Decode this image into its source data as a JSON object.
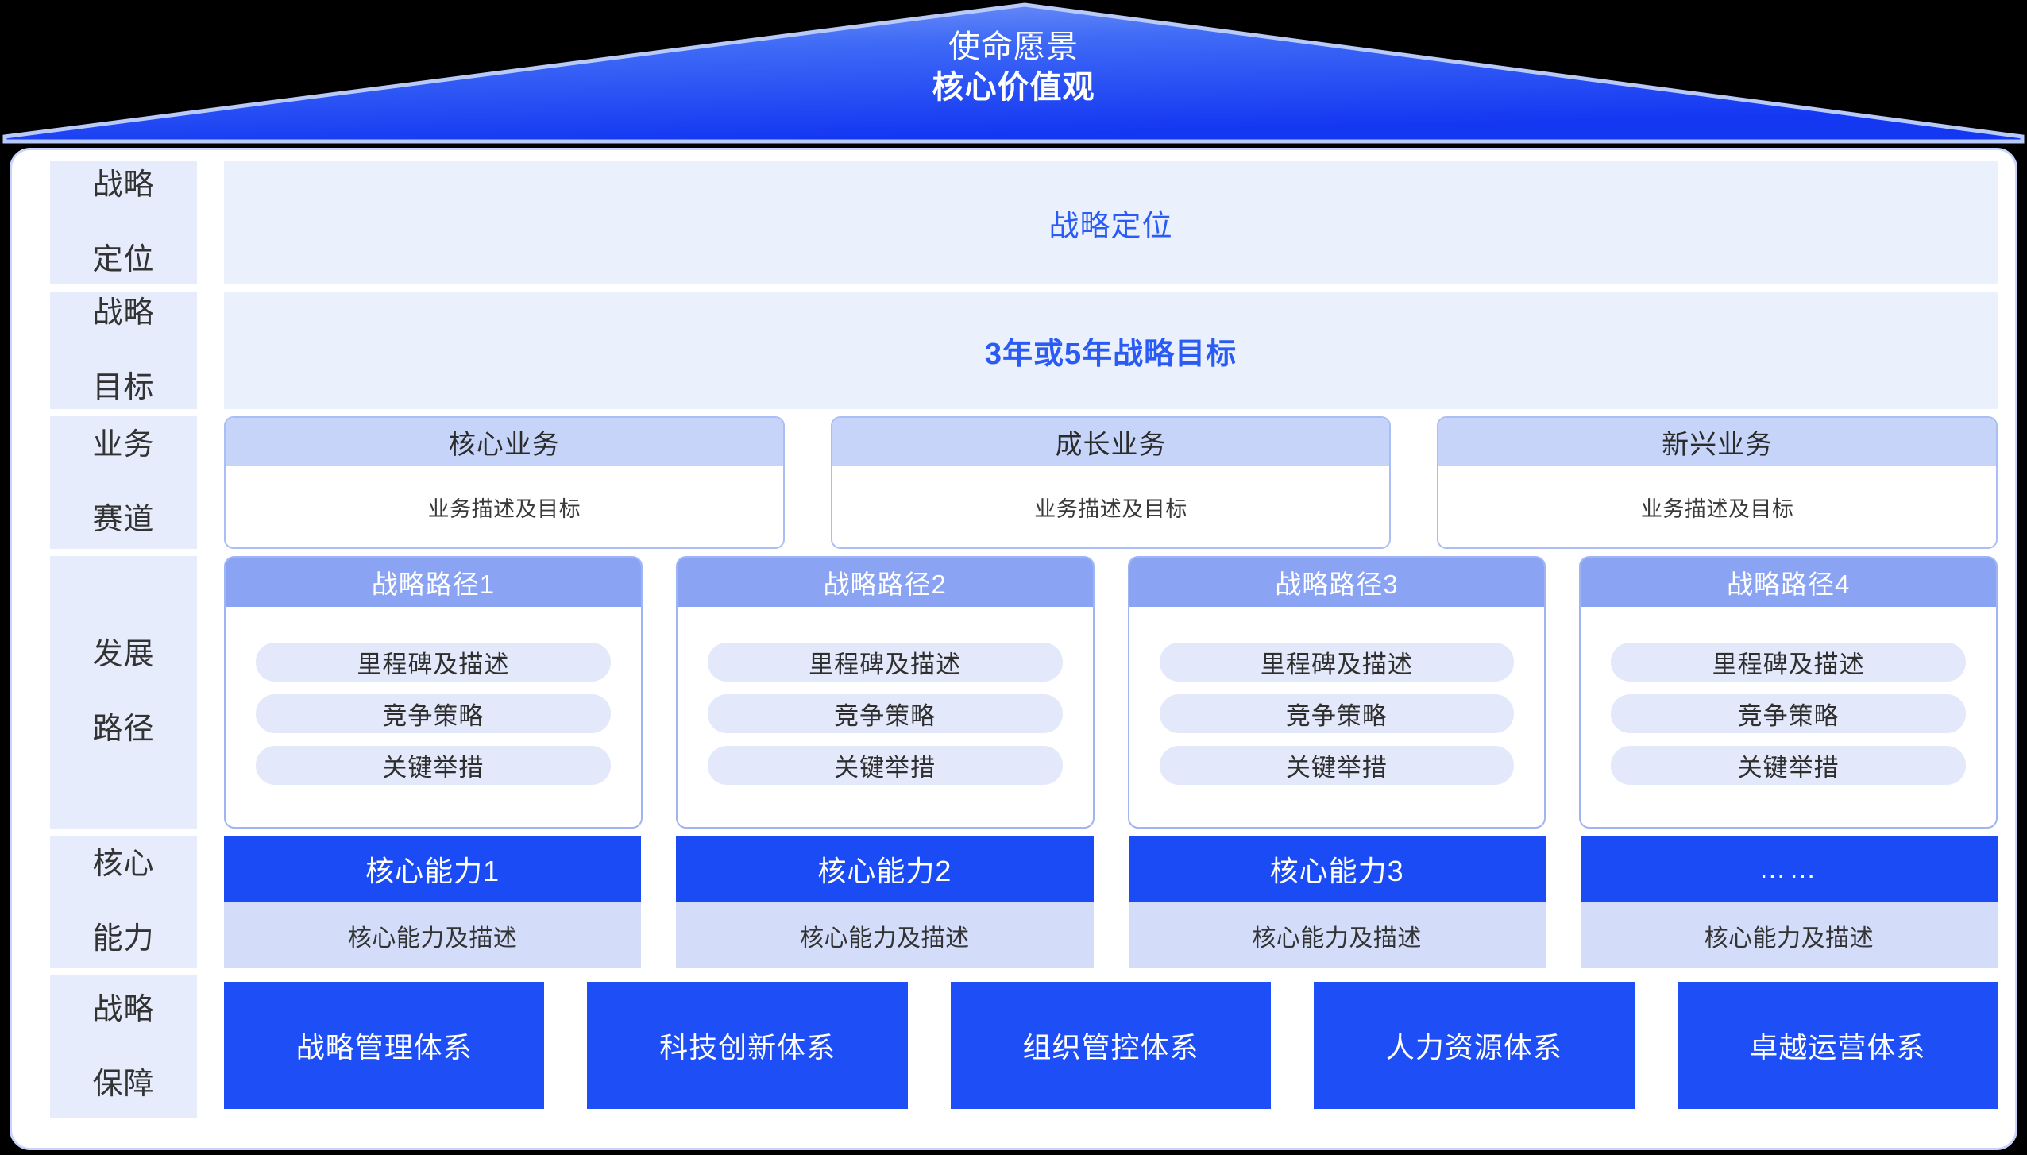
{
  "roof": {
    "line1": "使命愿景",
    "line2": "核心价值观"
  },
  "rows": {
    "positioning": {
      "label_line1": "战略",
      "label_line2": "定位",
      "value": "战略定位"
    },
    "goal": {
      "label_line1": "战略",
      "label_line2": "目标",
      "value": "3年或5年战略目标"
    },
    "business": {
      "label_line1": "业务",
      "label_line2": "赛道",
      "cards": [
        {
          "title": "核心业务",
          "desc": "业务描述及目标"
        },
        {
          "title": "成长业务",
          "desc": "业务描述及目标"
        },
        {
          "title": "新兴业务",
          "desc": "业务描述及目标"
        }
      ]
    },
    "path": {
      "label_line1": "发展",
      "label_line2": "路径",
      "cards": [
        {
          "title": "战略路径1",
          "items": [
            "里程碑及描述",
            "竞争策略",
            "关键举措"
          ]
        },
        {
          "title": "战略路径2",
          "items": [
            "里程碑及描述",
            "竞争策略",
            "关键举措"
          ]
        },
        {
          "title": "战略路径3",
          "items": [
            "里程碑及描述",
            "竞争策略",
            "关键举措"
          ]
        },
        {
          "title": "战略路径4",
          "items": [
            "里程碑及描述",
            "竞争策略",
            "关键举措"
          ]
        }
      ]
    },
    "capability": {
      "label_line1": "核心",
      "label_line2": "能力",
      "cards": [
        {
          "title": "核心能力1",
          "desc": "核心能力及描述"
        },
        {
          "title": "核心能力2",
          "desc": "核心能力及描述"
        },
        {
          "title": "核心能力3",
          "desc": "核心能力及描述"
        },
        {
          "title": "……",
          "desc": "核心能力及描述"
        }
      ]
    },
    "guarantee": {
      "label_line1": "战略",
      "label_line2": "保障",
      "blocks": [
        "战略管理体系",
        "科技创新体系",
        "组织管控体系",
        "人力资源体系",
        "卓越运营体系"
      ]
    }
  },
  "colors": {
    "roof_blue": "#1a4bf5",
    "roof_blue_light": "#6b8df8",
    "accent_blue": "#2a5cf5",
    "sidebar_bg": "#e6ecfc",
    "wide_bar_bg": "#eaf0fc",
    "biz_head_bg": "#c5d4f8",
    "path_head_bg": "#8aa3f2",
    "pill_bg": "#e3e9fb",
    "cap_head_bg": "#1a4bf5",
    "cap_body_bg": "#d3ddfa",
    "guard_bg": "#1e4ef5",
    "panel_border": "#c8d4fb",
    "page_bg": "#000000"
  }
}
